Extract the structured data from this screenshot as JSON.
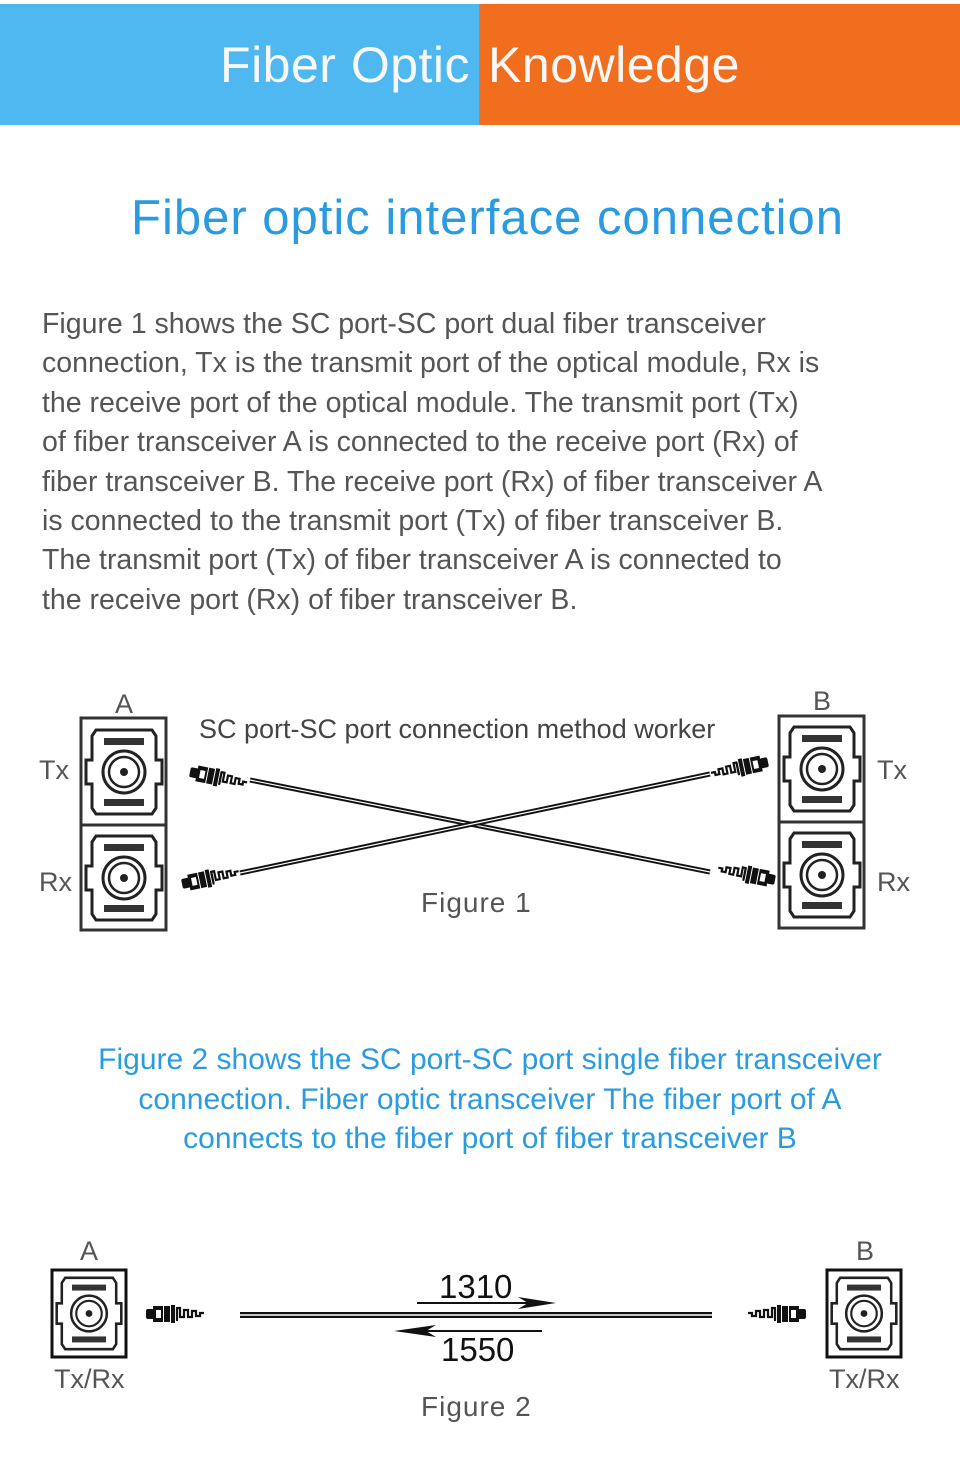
{
  "banner": {
    "title_part1": "Fiber Optic",
    "title_part2": "Knowledge",
    "colors": {
      "left": "#4fb8f0",
      "right": "#f26e1f",
      "text": "#f8f8f8"
    }
  },
  "section_title": "Fiber optic interface connection",
  "intro_paragraph": [
    "Figure 1 shows the SC port-SC port dual fiber transceiver",
    "connection, Tx is the transmit port of the optical module, Rx is",
    "the receive port of the optical module. The transmit port (Tx)",
    "of fiber transceiver A is connected to the receive port (Rx) of",
    "fiber transceiver B. The receive port (Rx) of fiber transceiver A",
    "is connected to the transmit port (Tx) of fiber transceiver B.",
    "The transmit port (Tx) of fiber transceiver A is connected to",
    "the receive port (Rx) of fiber transceiver B."
  ],
  "figure1": {
    "caption": "Figure 1",
    "title": "SC port-SC port connection method worker",
    "device_a": {
      "label": "A",
      "ports": [
        "Tx",
        "Rx"
      ]
    },
    "device_b": {
      "label": "B",
      "ports": [
        "Tx",
        "Rx"
      ]
    },
    "connections": [
      {
        "from": "A.Tx",
        "to": "B.Rx"
      },
      {
        "from": "A.Rx",
        "to": "B.Tx"
      }
    ]
  },
  "figure2_description": [
    "Figure 2 shows the SC port-SC port single fiber transceiver",
    "connection. Fiber optic transceiver The fiber port of A",
    "connects to the fiber port of fiber transceiver B"
  ],
  "figure2": {
    "caption": "Figure 2",
    "device_a": {
      "label": "A",
      "port": "Tx/Rx"
    },
    "device_b": {
      "label": "B",
      "port": "Tx/Rx"
    },
    "wavelength_forward": "1310",
    "wavelength_backward": "1550"
  },
  "colors": {
    "accent_blue": "#2a9be0",
    "body_text": "#555555"
  }
}
